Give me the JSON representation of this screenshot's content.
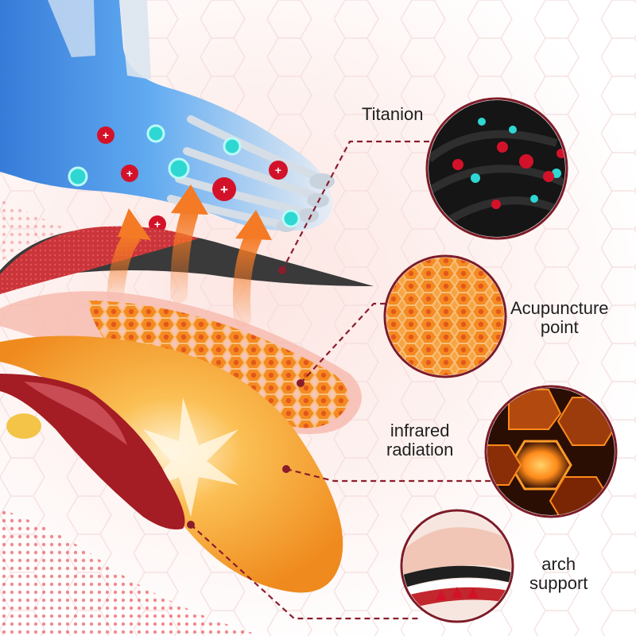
{
  "labels": {
    "titanion": "Titanion",
    "acupuncture": [
      "Acupuncture",
      "point"
    ],
    "infrared": [
      "infrared",
      "radiation"
    ],
    "arch": [
      "arch",
      "support"
    ]
  },
  "colors": {
    "accent_red": "#d3122a",
    "ion_cyan": "#2fd7d2",
    "arrow_orange": "#f39a4a",
    "insole_orange": "#f7a43b",
    "arch_red": "#a41c24",
    "leader": "#8a1d2c"
  },
  "icons": [
    "foot-bones-illustration",
    "plus-ion-icon",
    "minus-ion-icon",
    "heat-arrow-icon"
  ]
}
